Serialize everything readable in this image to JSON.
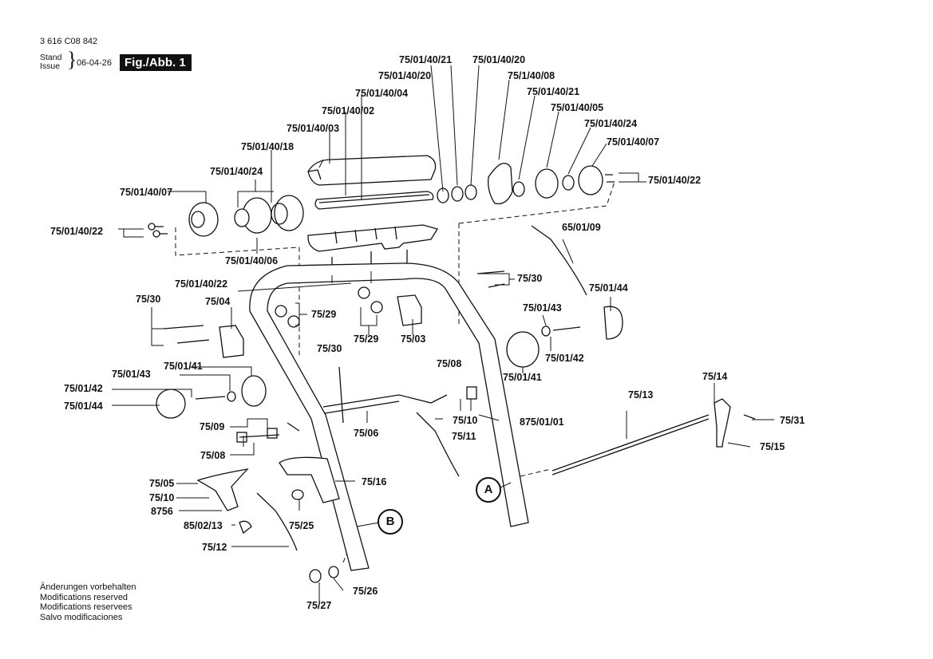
{
  "header": {
    "doc_number": "3 616 C08 842",
    "stand_label": "Stand",
    "issue_label": "Issue",
    "date": "06-04-26",
    "figure_label": "Fig./Abb. 1"
  },
  "footer": {
    "lines": [
      "Änderungen vorbehalten",
      "Modifications reserved",
      "Modifications reservees",
      "Salvo modificaciones"
    ]
  },
  "callouts": {
    "A": "A",
    "B": "B"
  },
  "part_labels": [
    "75/01/40/21",
    "75/01/40/20",
    "75/01/40/20",
    "75/1/40/08",
    "75/01/40/04",
    "75/01/40/21",
    "75/01/40/02",
    "75/01/40/05",
    "75/01/40/03",
    "75/01/40/24",
    "75/01/40/07",
    "75/01/40/18",
    "75/01/40/22",
    "75/01/40/24",
    "75/01/40/07",
    "75/01/40/22",
    "75/01/40/06",
    "65/01/09",
    "75/01/40/22",
    "75/30",
    "75/30",
    "75/04",
    "75/01/44",
    "75/29",
    "75/01/43",
    "75/29",
    "75/03",
    "75/01/42",
    "75/30",
    "75/01/41",
    "75/01/41",
    "75/01/43",
    "75/08",
    "75/01/42",
    "75/14",
    "75/01/44",
    "75/13",
    "75/10",
    "75/31",
    "875/01/01",
    "75/09",
    "75/06",
    "75/11",
    "75/15",
    "75/08",
    "75/05",
    "75/16",
    "75/10",
    "8756",
    "85/02/13",
    "75/25",
    "75/12",
    "75/26",
    "75/27"
  ]
}
